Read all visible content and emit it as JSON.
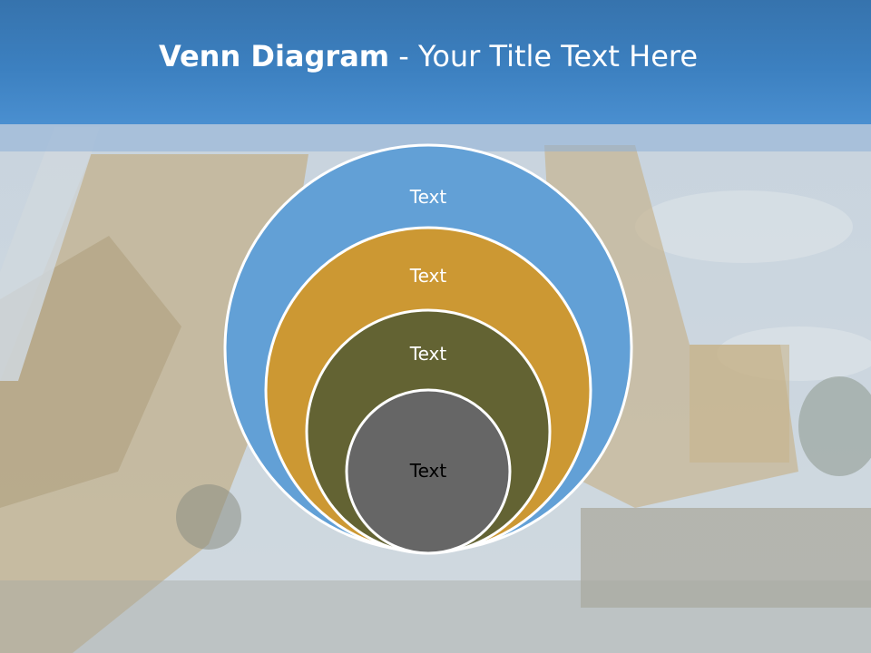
{
  "slide": {
    "title_bold": "Venn Diagram",
    "title_rest": " - Your Title Text Here"
  },
  "diagram": {
    "circles": [
      {
        "label": "Text",
        "color": "#62a0d6",
        "label_color": "#ffffff"
      },
      {
        "label": "Text",
        "color": "#cc9833",
        "label_color": "#ffffff"
      },
      {
        "label": "Text",
        "color": "#636333",
        "label_color": "#ffffff"
      },
      {
        "label": "Text",
        "color": "#666666",
        "label_color": "#000000"
      }
    ]
  },
  "colors": {
    "header": "#3c80c0",
    "circle_stroke": "#ffffff"
  }
}
